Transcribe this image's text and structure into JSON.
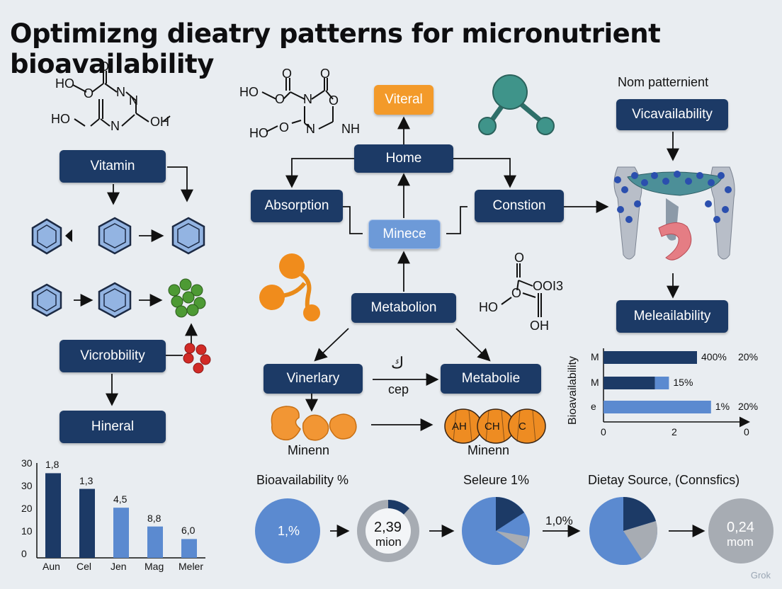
{
  "title": "Optimizng dieatry patterns for micronutrient bioavailability",
  "nodes": {
    "vitamin": "Vitamin",
    "vicrobbility": "Vicrobbility",
    "hineral": "Hineral",
    "viteral": "Viteral",
    "home": "Home",
    "absorption": "Absorption",
    "minece": "Minece",
    "constion": "Constion",
    "metabolion": "Metabolion",
    "vinerlary": "Vinerlary",
    "metabolie": "Metabolie",
    "vicavailability": "Vicavailability",
    "meleailability": "Meleailability"
  },
  "labels": {
    "nom_patternient": "Nom patternient",
    "cep": "cep",
    "cep_symbol": "ك",
    "minenn_left": "Minenn",
    "minenn_right": "Minenn",
    "ah": "AH",
    "ch": "CH",
    "c": "C"
  },
  "molecules": {
    "top_left": {
      "ho1": "HO",
      "o1": "O",
      "n1": "N",
      "o_top": "O",
      "ho2": "HO",
      "n2": "N",
      "n3": "N",
      "oh": "OH"
    },
    "center": {
      "ho1": "HO",
      "o1": "O",
      "n1": "N",
      "o_top1": "O",
      "o_top2": "O",
      "o_right": "O",
      "ho2": "HO",
      "o2": "O",
      "n2": "N",
      "nh": "NH"
    },
    "right": {
      "o_top": "O",
      "o3": "O",
      "ol3": "OI3",
      "ho": "HO",
      "o_mid": "O",
      "oh": "OH"
    }
  },
  "bar_chart_left": {
    "ylabels": [
      "30",
      "30",
      "20",
      "10",
      "0"
    ],
    "categories": [
      "Aun",
      "Cel",
      "Jen",
      "Mag",
      "Meler"
    ],
    "values": [
      27,
      22,
      16,
      10,
      6
    ],
    "data_labels": [
      "1,8",
      "1,3",
      "4,5",
      "8,8",
      "6,0"
    ]
  },
  "hbar_chart": {
    "ylabel": "Bioavailability",
    "rows": [
      {
        "label": "M",
        "dark": 2.0,
        "light": 0,
        "text1": "400%",
        "text2": "20%"
      },
      {
        "label": "M",
        "dark": 1.1,
        "light": 0.3,
        "text1": "15%",
        "text2": ""
      },
      {
        "label": "e",
        "dark": 0,
        "light": 2.3,
        "text1": "1%",
        "text2": "20%"
      }
    ],
    "xticks": [
      "0",
      "2",
      "0"
    ]
  },
  "pies": {
    "heading1": "Bioavailability %",
    "heading2": "Seleure 1%",
    "heading3": "Dietay Source, (Connsfics)",
    "pie1_label": "1,%",
    "pie2_label_line1": "2,39",
    "pie2_label_line2": "mion",
    "arrow_label": "1,0%",
    "pie5_label_line1": "0,24",
    "pie5_label_line2": "mom"
  },
  "watermark": "Grok",
  "colors": {
    "navy": "#1c3a66",
    "blue": "#5b8ad0",
    "orange": "#f39a2a",
    "grey": "#a7acb3",
    "bg": "#e9edf1"
  }
}
